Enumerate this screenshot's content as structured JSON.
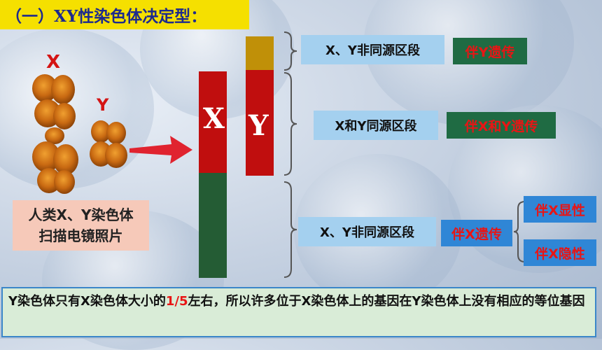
{
  "title": "（一）XY性染色体决定型：",
  "photo": {
    "x_label": "X",
    "y_label": "Y",
    "caption_line1": "人类X、Y染色体",
    "caption_line2": "扫描电镜照片"
  },
  "bars": {
    "x_letter": "X",
    "y_letter": "Y"
  },
  "regions": {
    "top_label": "X、Y非同源区段",
    "top_tag": "伴Y遗传",
    "middle_label": "X和Y同源区段",
    "middle_tag": "伴X和Y遗传",
    "bottom_label": "X、Y非同源区段",
    "bottom_tag": "伴X遗传",
    "sub_tag_1": "伴X显性",
    "sub_tag_2": "伴X隐性"
  },
  "note": {
    "part1": "Y染色体只有X染色体大小的",
    "highlight": "1/5",
    "part2": "左右，所以许多位于X染色体上的基因在Y染色体上没有相应的等位基因"
  },
  "colors": {
    "title_bg": "#f5e000",
    "title_text": "#1d2a8e",
    "bar_red": "#c00e0e",
    "bar_green": "#245c34",
    "bar_gold": "#c09008",
    "tag_green": "#1f6b43",
    "tag_blue": "#2f86d6",
    "tag_text": "#e81515",
    "label_bg": "#a4d0ef"
  }
}
